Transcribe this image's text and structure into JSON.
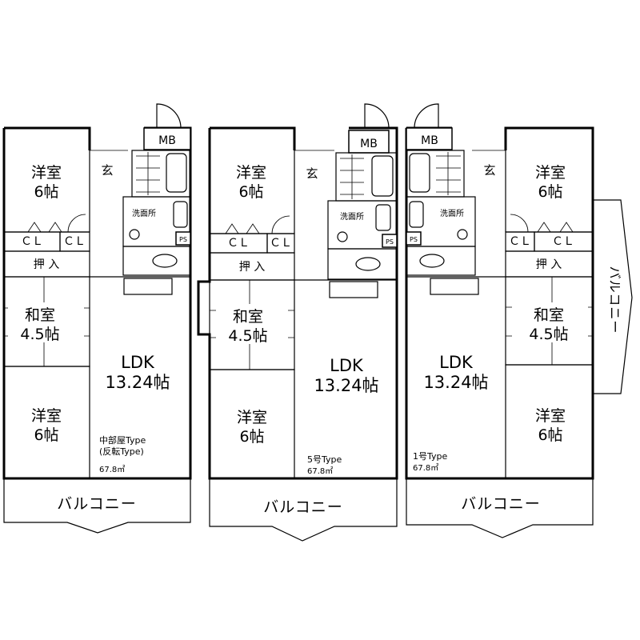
{
  "units": [
    {
      "mb": "MB",
      "genkan": "玄",
      "senmen": "洗面所",
      "ps": "PS",
      "cl": [
        "ＣＬ",
        "ＣＬ"
      ],
      "oshiire": "押 入",
      "yoshitsu_top": [
        "洋室",
        "6帖"
      ],
      "washitsu": [
        "和室",
        "4.5帖"
      ],
      "yoshitsu_bottom": [
        "洋室",
        "6帖"
      ],
      "ldk": [
        "LDK",
        "13.24帖"
      ],
      "type": [
        "中部屋Type",
        "(反転Type)"
      ],
      "area": "67.8㎡",
      "balcony": "バルコニー"
    },
    {
      "mb": "MB",
      "genkan": "玄",
      "senmen": "洗面所",
      "ps": "PS",
      "cl": [
        "ＣＬ",
        "ＣＬ"
      ],
      "oshiire": "押 入",
      "yoshitsu_top": [
        "洋室",
        "6帖"
      ],
      "washitsu": [
        "和室",
        "4.5帖"
      ],
      "yoshitsu_bottom": [
        "洋室",
        "6帖"
      ],
      "ldk": [
        "LDK",
        "13.24帖"
      ],
      "type": [
        "5号Type"
      ],
      "area": "67.8㎡",
      "balcony": "バルコニー"
    },
    {
      "mb": "MB",
      "genkan": "玄",
      "senmen": "洗面所",
      "ps": "PS",
      "cl": [
        "ＣＬ",
        "ＣＬ"
      ],
      "oshiire": "押 入",
      "yoshitsu_top": [
        "洋室",
        "6帖"
      ],
      "washitsu": [
        "和室",
        "4.5帖"
      ],
      "yoshitsu_bottom": [
        "洋室",
        "6帖"
      ],
      "ldk": [
        "LDK",
        "13.24帖"
      ],
      "type": [
        "1号Type"
      ],
      "area": "67.8㎡",
      "balcony": "バルコニー",
      "side_balcony": "バルコニー"
    }
  ]
}
